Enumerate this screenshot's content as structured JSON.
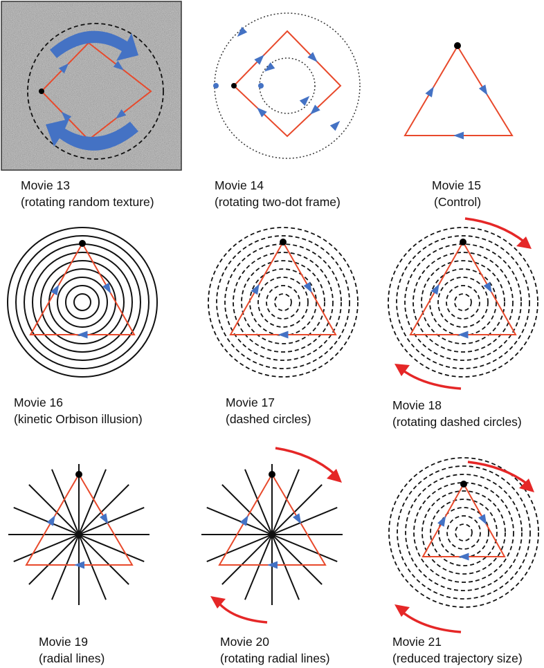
{
  "colors": {
    "trajectory": "#e8492b",
    "arrowhead": "#4472c4",
    "dot": "#000000",
    "rotation_arrow": "#e52727",
    "frame_dot": "#4472c4",
    "texture_bg": "#9a9a9a"
  },
  "panels": [
    {
      "id": "movie-13",
      "title": "Movie 13",
      "subtitle": "(rotating random texture)"
    },
    {
      "id": "movie-14",
      "title": "Movie 14",
      "subtitle": "(rotating two-dot frame)"
    },
    {
      "id": "movie-15",
      "title": "Movie 15",
      "subtitle": "(Control)"
    },
    {
      "id": "movie-16",
      "title": "Movie 16",
      "subtitle": "(kinetic Orbison illusion)"
    },
    {
      "id": "movie-17",
      "title": "Movie 17",
      "subtitle": "(dashed circles)"
    },
    {
      "id": "movie-18",
      "title": "Movie 18",
      "subtitle": "(rotating dashed circles)"
    },
    {
      "id": "movie-19",
      "title": "Movie 19",
      "subtitle": "(radial lines)"
    },
    {
      "id": "movie-20",
      "title": "Movie 20",
      "subtitle": "(rotating radial lines)"
    },
    {
      "id": "movie-21",
      "title": "Movie 21",
      "subtitle": "(reduced trajectory size)"
    }
  ]
}
